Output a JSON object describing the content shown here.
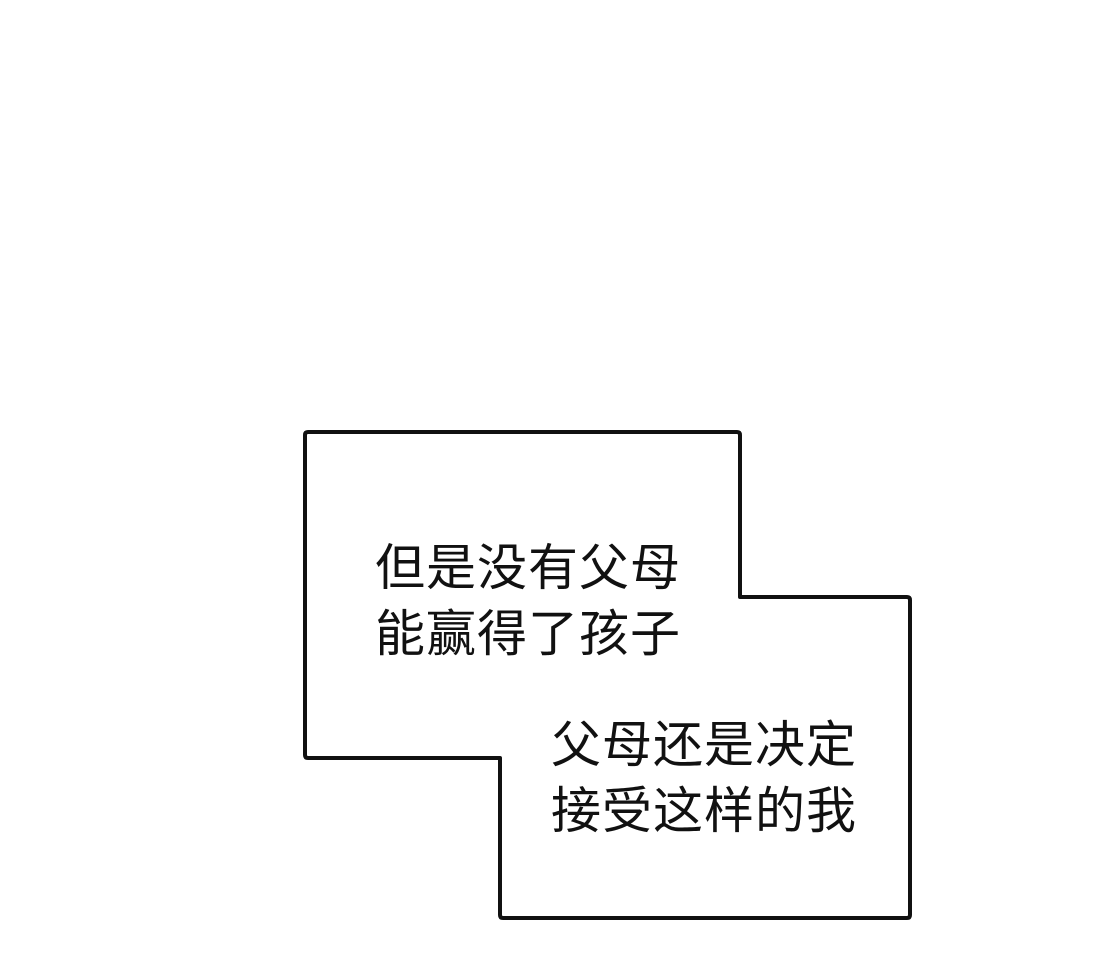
{
  "captions": [
    {
      "lines": [
        "但是没有父母",
        "能赢得了孩子"
      ]
    },
    {
      "lines": [
        "父母还是决定",
        "接受这样的我"
      ]
    }
  ],
  "colors": {
    "border": "#111111",
    "background": "#ffffff",
    "text": "#111111"
  }
}
